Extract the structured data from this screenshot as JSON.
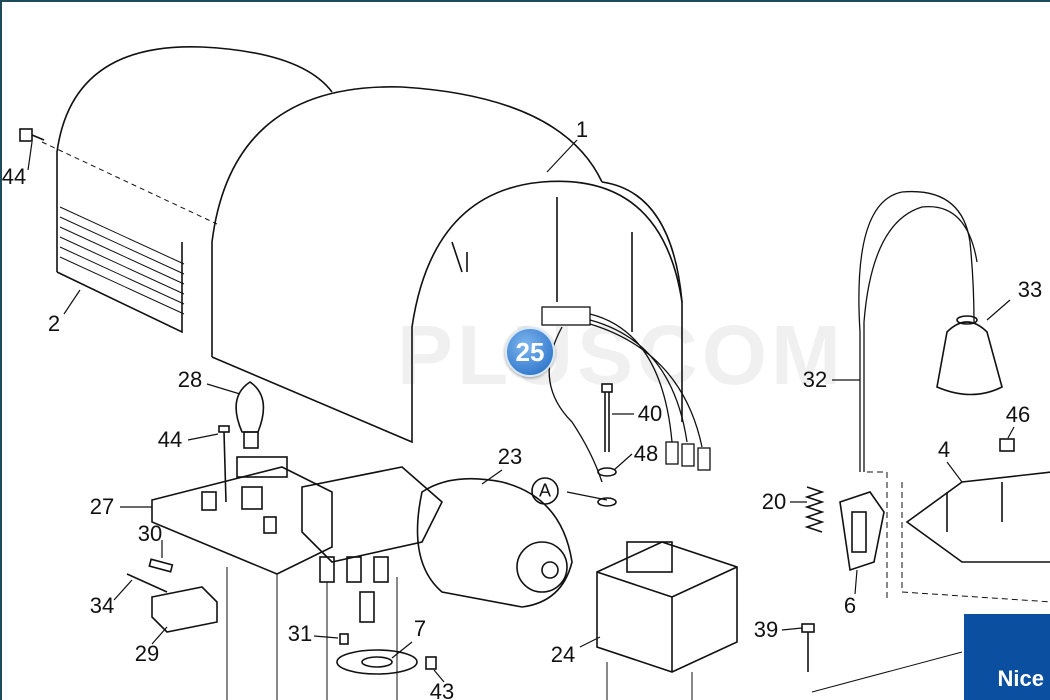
{
  "diagram": {
    "callout_labels": [
      "44",
      "1",
      "2",
      "28",
      "44",
      "23",
      "40",
      "48",
      "27",
      "30",
      "34",
      "29",
      "31",
      "7",
      "43",
      "24",
      "32",
      "33",
      "46",
      "4",
      "20",
      "6",
      "39"
    ],
    "connector_marker": "A",
    "highlighted_part": "25",
    "watermark": "PLUSCOM",
    "brand_logo": "Nice"
  },
  "colors": {
    "badge": "#3a7fd0",
    "logo": "#0b4fa0",
    "frame": "#1d4a5c"
  }
}
